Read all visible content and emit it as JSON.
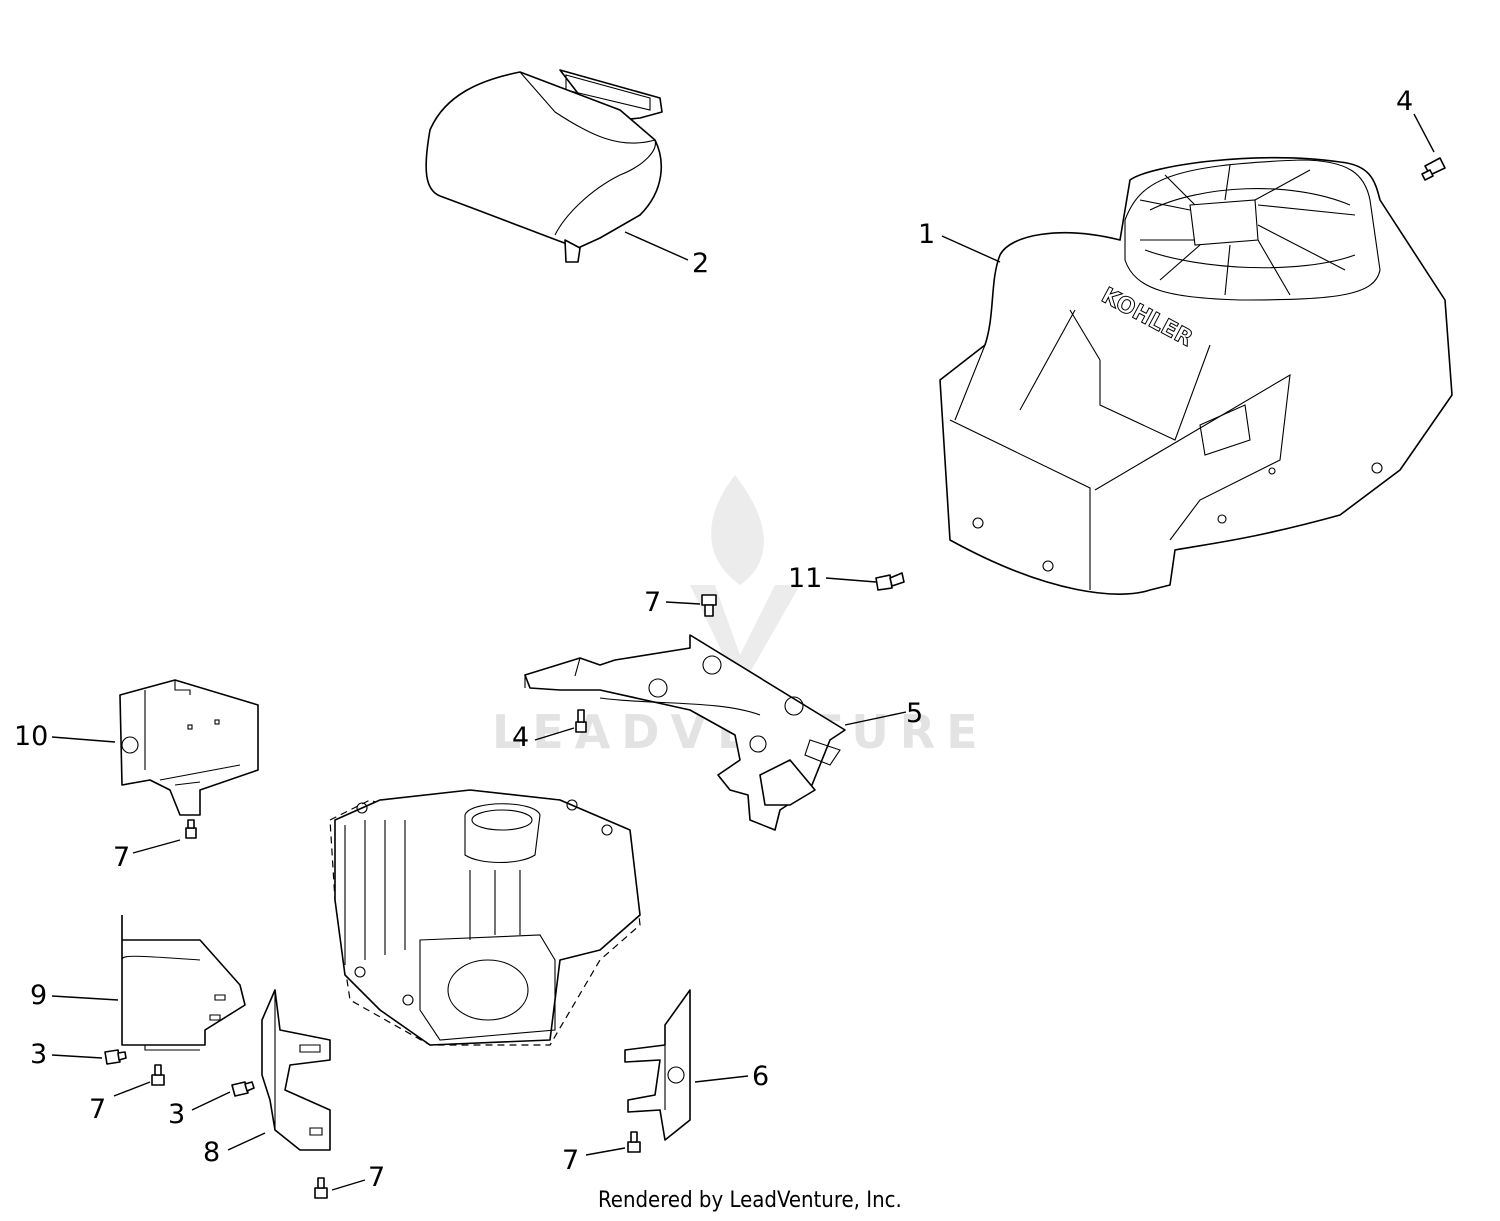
{
  "watermark": {
    "text": "LEADVENTURE"
  },
  "footer": {
    "text": "Rendered by LeadVenture, Inc."
  },
  "brand": {
    "logo_text": "KOHLER"
  },
  "callouts": [
    {
      "id": "c1",
      "label": "1"
    },
    {
      "id": "c2",
      "label": "2"
    },
    {
      "id": "c3a",
      "label": "3"
    },
    {
      "id": "c3b",
      "label": "3"
    },
    {
      "id": "c4a",
      "label": "4"
    },
    {
      "id": "c4b",
      "label": "4"
    },
    {
      "id": "c5",
      "label": "5"
    },
    {
      "id": "c6",
      "label": "6"
    },
    {
      "id": "c7a",
      "label": "7"
    },
    {
      "id": "c7b",
      "label": "7"
    },
    {
      "id": "c7c",
      "label": "7"
    },
    {
      "id": "c7d",
      "label": "7"
    },
    {
      "id": "c7e",
      "label": "7"
    },
    {
      "id": "c8",
      "label": "8"
    },
    {
      "id": "c9",
      "label": "9"
    },
    {
      "id": "c10",
      "label": "10"
    },
    {
      "id": "c11",
      "label": "11"
    }
  ]
}
